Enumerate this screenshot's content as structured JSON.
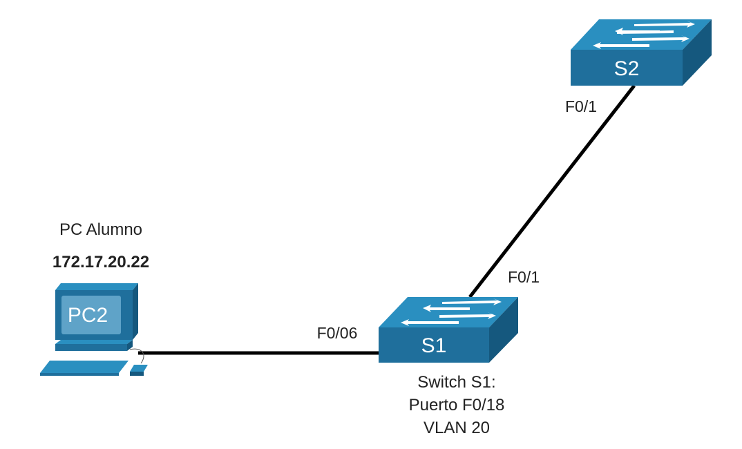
{
  "diagram": {
    "colors": {
      "link": "#000000",
      "device_top": "#2a8fc0",
      "device_front": "#1f6f9c",
      "device_side": "#15587e",
      "pc_screen": "#5fa3c8",
      "text": "#222222"
    },
    "devices": {
      "pc": {
        "name": "PC2",
        "caption": "PC Alumno",
        "ip": "172.17.20.22",
        "icon": "pc-icon"
      },
      "s1": {
        "name": "S1",
        "icon": "switch-icon",
        "note": [
          "Switch S1:",
          "Puerto F0/18",
          "VLAN 20"
        ]
      },
      "s2": {
        "name": "S2",
        "icon": "switch-icon"
      }
    },
    "ports": {
      "s1_to_pc": "F0/06",
      "s1_to_s2": "F0/1",
      "s2_to_s1": "F0/1"
    },
    "links": [
      {
        "from": "PC2",
        "to": "S1",
        "port": "F0/06"
      },
      {
        "from": "S1",
        "to": "S2",
        "ports": [
          "F0/1",
          "F0/1"
        ]
      }
    ]
  }
}
